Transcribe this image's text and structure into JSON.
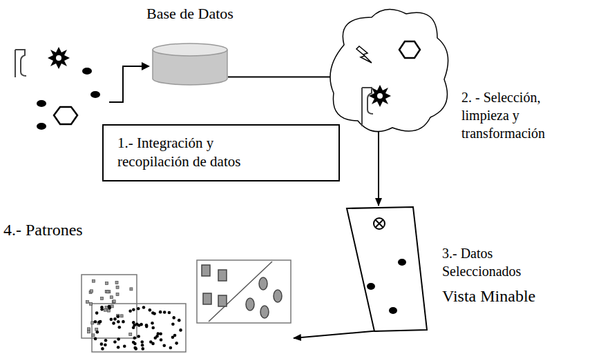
{
  "diagram": {
    "nodes": [
      {
        "text": [
          "Base de Datos"
        ]
      },
      {
        "text": [
          "1.- Integración y recopilación de datos"
        ]
      },
      {
        "text": [
          "2. - Selección, limpieza y transformación"
        ]
      },
      {
        "text": [
          "3.- Datos Seleccionados",
          "Vista Minable"
        ]
      },
      {
        "text": [
          "4.- Patrones"
        ]
      }
    ],
    "edges": [
      {
        "from": 0,
        "to": 2,
        "arrow": "none"
      },
      {
        "from": 2,
        "to": 3,
        "arrow": "to"
      },
      {
        "from": 3,
        "to": 4,
        "arrow": "to"
      }
    ]
  }
}
